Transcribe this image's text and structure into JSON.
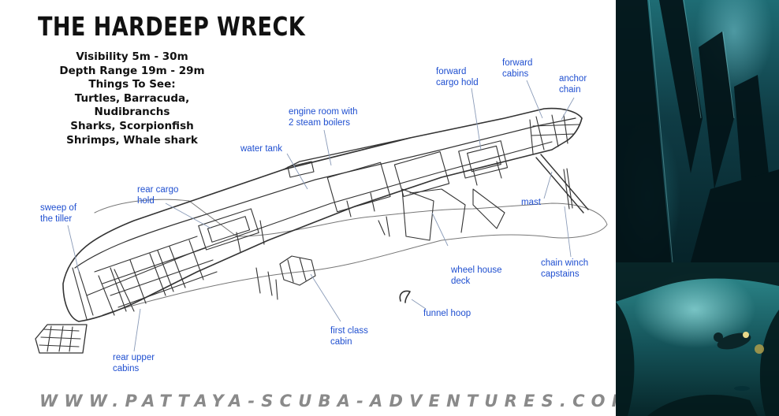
{
  "title": "THE HARDEEP WRECK",
  "facts": [
    "Visibility 5m - 30m",
    "Depth Range 19m - 29m",
    "Things To See:",
    "Turtles, Barracuda,",
    "Nudibranchs",
    "Sharks, Scorpionfish",
    "Shrimps, Whale shark"
  ],
  "labels": {
    "forward_cargo_hold": [
      "forward",
      "cargo hold"
    ],
    "forward_cabins": [
      "forward",
      "cabins"
    ],
    "anchor_chain": [
      "anchor",
      "chain"
    ],
    "engine_room": [
      "engine room with",
      "2 steam boilers"
    ],
    "water_tank": [
      "water tank"
    ],
    "rear_cargo_hold": [
      "rear cargo",
      "hold"
    ],
    "sweep_of_tiller": [
      "sweep of",
      "the tiller"
    ],
    "mast": [
      "mast"
    ],
    "chain_winch": [
      "chain winch",
      "capstains"
    ],
    "wheel_house": [
      "wheel house",
      "deck"
    ],
    "funnel_hoop": [
      "funnel hoop"
    ],
    "first_class_cabin": [
      "first class",
      "cabin"
    ],
    "rear_upper_cabins": [
      "rear upper",
      "cabins"
    ]
  },
  "website": "WWW.PATTAYA-SCUBA-ADVENTURES.COM",
  "colors": {
    "label_blue": "#1f4fd0",
    "title_black": "#111111",
    "website_gray": "#8a8a8a",
    "water_teal": "#1e6c74"
  }
}
